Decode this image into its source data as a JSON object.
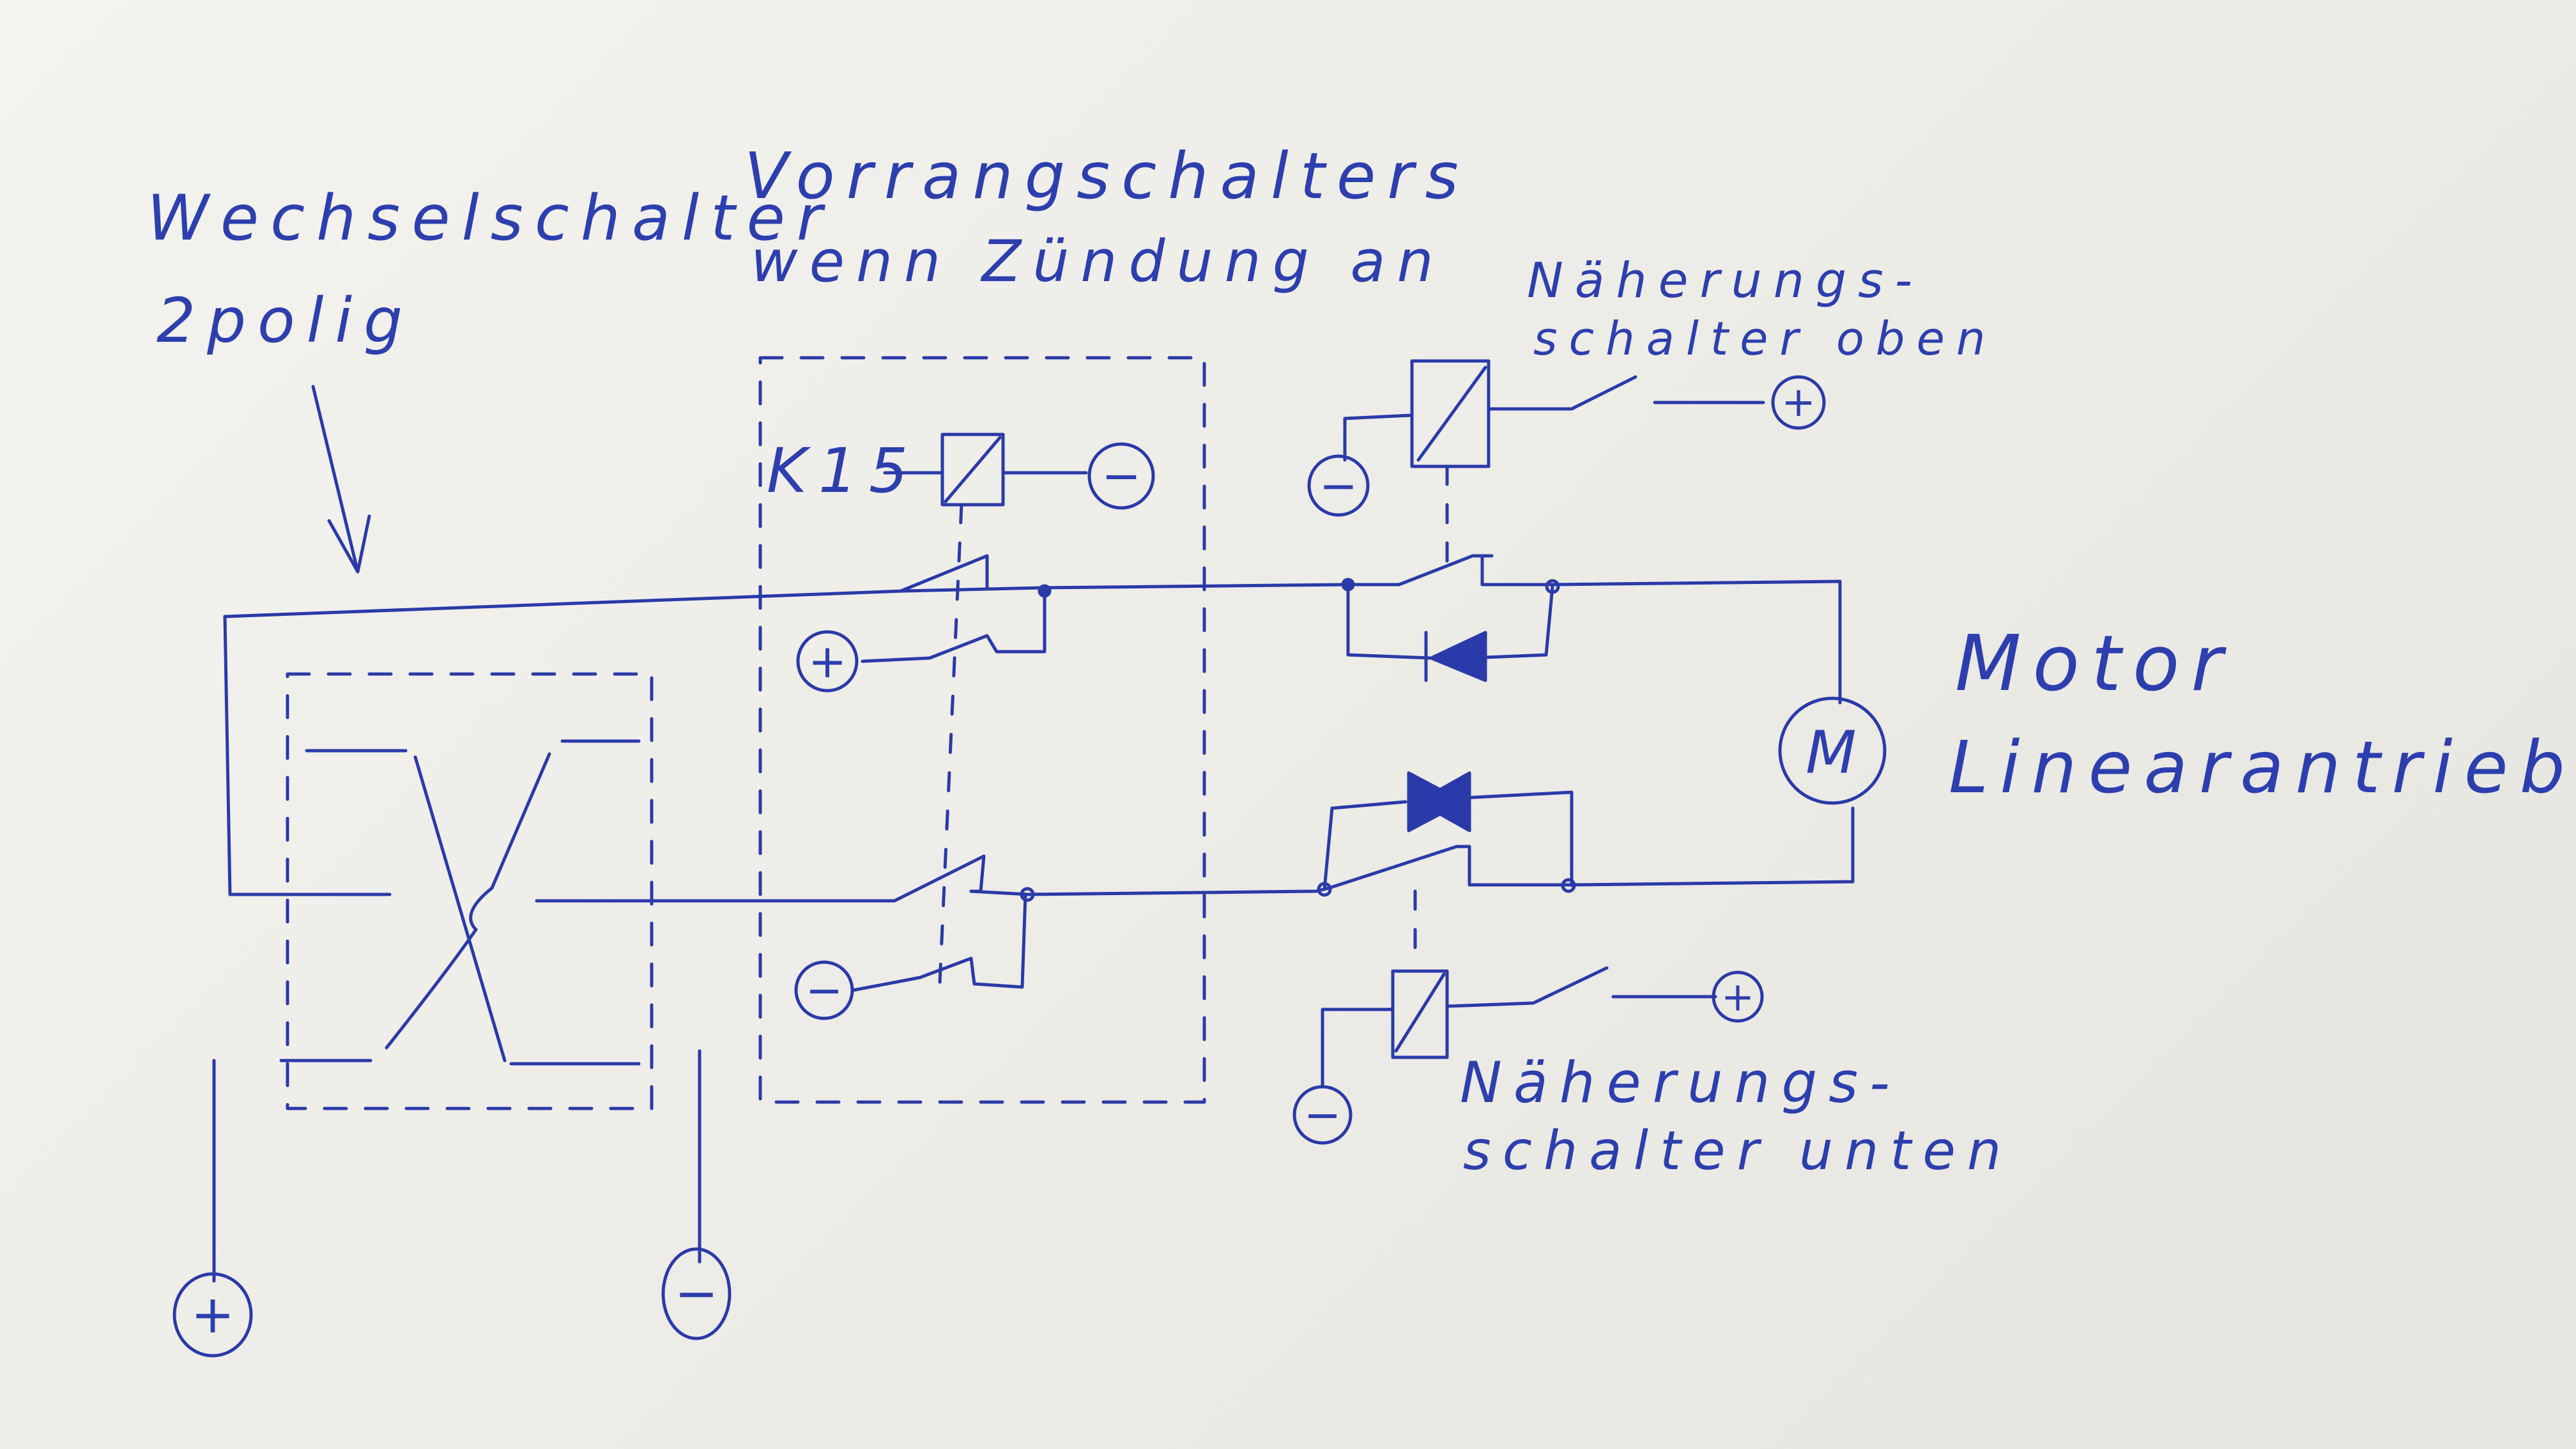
{
  "labels": {
    "wechsel_line1": "Wechselschalter",
    "wechsel_line2": "2polig",
    "vorrang_line1": "Vorrangschalters",
    "vorrang_line2": "wenn Zündung an",
    "k15": "K15",
    "naeherung_oben_line1": "Näherungs-",
    "naeherung_oben_line2": "schalter oben",
    "naeherung_unten_line1": "Näherungs-",
    "naeherung_unten_line2": "schalter unten",
    "motor_line1": "Motor",
    "motor_line2": "Linearantrieb",
    "motor_symbol": "M"
  },
  "symbols": {
    "plus": "+",
    "minus": "−"
  },
  "colors": {
    "ink": "#2a3aa8",
    "paper": "#f0efea"
  }
}
